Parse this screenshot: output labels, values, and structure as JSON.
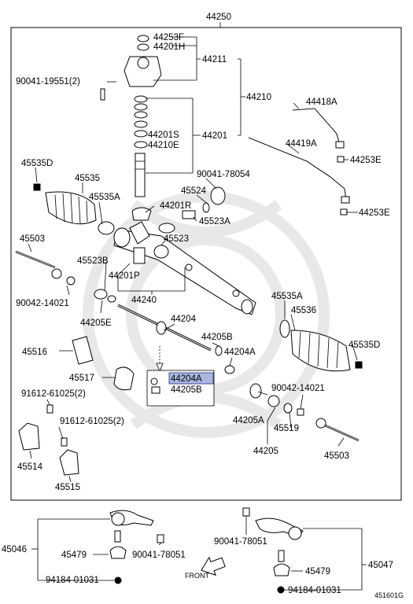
{
  "diagram": {
    "top_label": "44250",
    "code": "451601G",
    "front_label": "FRONT",
    "parts": {
      "p44253F": "44253F",
      "p44201H": "44201H",
      "p44211": "44211",
      "p90041_19551": "90041-19551(2)",
      "p44210": "44210",
      "p44418A": "44418A",
      "p44201": "44201",
      "p44201S": "44201S",
      "p44210E": "44210E",
      "p44419A": "44419A",
      "p44253E_1": "44253E",
      "p45535D_l": "45535D",
      "p90041_78054": "90041-78054",
      "p45535": "45535",
      "p45524": "45524",
      "p45535A_l": "45535A",
      "p44253E_2": "44253E",
      "p44201R": "44201R",
      "p45523A": "45523A",
      "p45503_l": "45503",
      "p45523": "45523",
      "p45523B": "45523B",
      "p44201P": "44201P",
      "p90042_14021_l": "90042-14021",
      "p44240": "44240",
      "p45535A_r": "45535A",
      "p44205E": "44205E",
      "p44204": "44204",
      "p45536": "45536",
      "p44205B_1": "44205B",
      "p45516": "45516",
      "p44204A_1": "44204A",
      "p45535D_r": "45535D",
      "p45517": "45517",
      "p44204A_2": "44204A",
      "p44205B_2": "44205B",
      "p91612_61025_a": "91612-61025(2)",
      "p90042_14021_r": "90042-14021",
      "p91612_61025_b": "91612-61025(2)",
      "p44205A": "44205A",
      "p45519": "45519",
      "p45514": "45514",
      "p44205": "44205",
      "p45503_r": "45503",
      "p45515": "45515",
      "p45046": "45046",
      "p45479_l": "45479",
      "p90041_78051_l": "90041-78051",
      "p94184_01031_l": "94184-01031",
      "p90041_78051_r": "90041-78051",
      "p45479_r": "45479",
      "p45047": "45047",
      "p94184_01031_r": "94184-01031"
    }
  }
}
